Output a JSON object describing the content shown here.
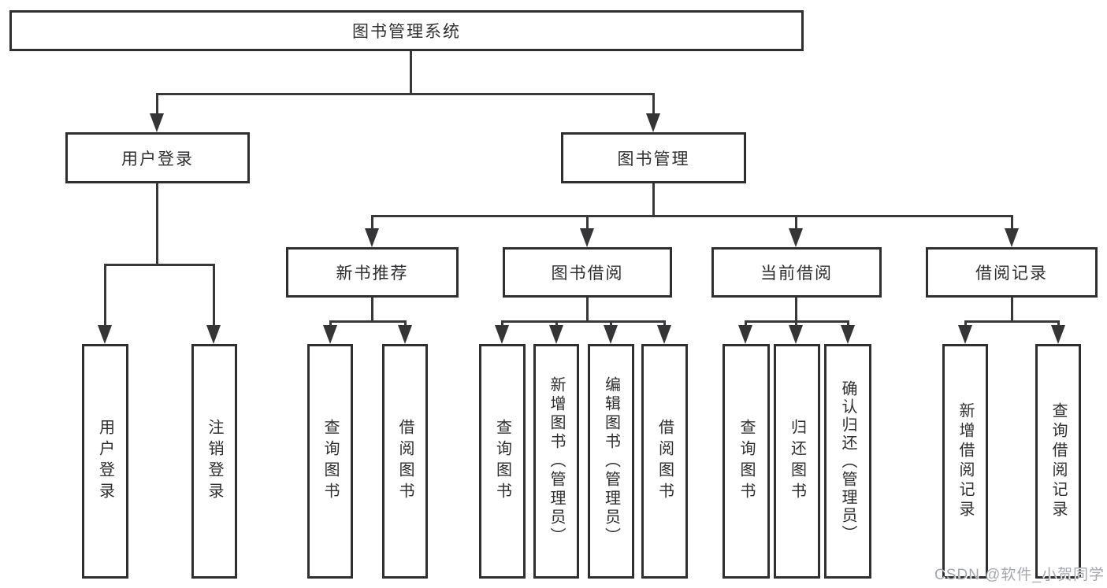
{
  "diagram": {
    "type": "hierarchy",
    "root": "图书管理系统",
    "tree": [
      {
        "label": "用户登录",
        "children": [
          "用户登录",
          "注销登录"
        ]
      },
      {
        "label": "图书管理",
        "children": [
          {
            "label": "新书推荐",
            "children": [
              "查询图书",
              "借阅图书"
            ]
          },
          {
            "label": "图书借阅",
            "children": [
              "查询图书",
              "新增图书（管理员）",
              "编辑图书（管理员）",
              "借阅图书"
            ]
          },
          {
            "label": "当前借阅",
            "children": [
              "查询图书",
              "归还图书",
              "确认归还（管理员）"
            ]
          },
          {
            "label": "借阅记录",
            "children": [
              "新增借阅记录",
              "查询借阅记录"
            ]
          }
        ]
      }
    ]
  },
  "watermark": "CSDN @软件_小贺同学",
  "colors": {
    "background": "#ffffff",
    "box_border": "#2f2f31",
    "connector_line": "#38383a",
    "text": "#2e2e30",
    "watermark_text": "#a4a8ae"
  }
}
